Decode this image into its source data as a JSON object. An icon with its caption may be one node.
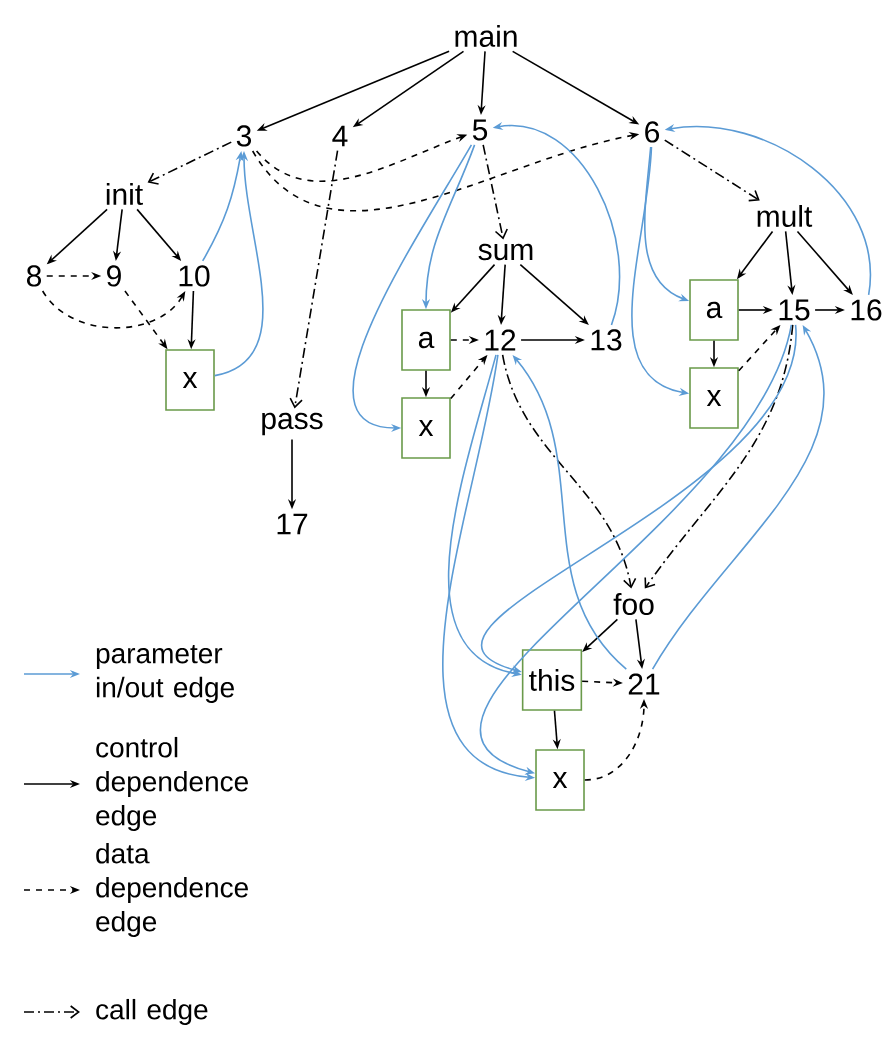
{
  "diagram": {
    "nodes": [
      {
        "text": [
          "main"
        ]
      },
      {
        "text": [
          "3"
        ]
      },
      {
        "text": [
          "4"
        ]
      },
      {
        "text": [
          "5"
        ]
      },
      {
        "text": [
          "6"
        ]
      },
      {
        "text": [
          "init"
        ]
      },
      {
        "text": [
          "8"
        ]
      },
      {
        "text": [
          "9"
        ]
      },
      {
        "text": [
          "10"
        ]
      },
      {
        "text": [
          "x"
        ]
      },
      {
        "text": [
          "sum"
        ]
      },
      {
        "text": [
          "a"
        ]
      },
      {
        "text": [
          "12"
        ]
      },
      {
        "text": [
          "13"
        ]
      },
      {
        "text": [
          "x"
        ]
      },
      {
        "text": [
          "mult"
        ]
      },
      {
        "text": [
          "a"
        ]
      },
      {
        "text": [
          "15"
        ]
      },
      {
        "text": [
          "16"
        ]
      },
      {
        "text": [
          "x"
        ]
      },
      {
        "text": [
          "pass"
        ]
      },
      {
        "text": [
          "17"
        ]
      },
      {
        "text": [
          "foo"
        ]
      },
      {
        "text": [
          "this"
        ]
      },
      {
        "text": [
          "21"
        ]
      },
      {
        "text": [
          "x"
        ]
      }
    ],
    "edges": [
      {
        "from": 0,
        "to": 1,
        "arrow": "to"
      },
      {
        "from": 0,
        "to": 2,
        "arrow": "to"
      },
      {
        "from": 0,
        "to": 3,
        "arrow": "to"
      },
      {
        "from": 0,
        "to": 4,
        "arrow": "to"
      },
      {
        "from": 5,
        "to": 6,
        "arrow": "to"
      },
      {
        "from": 5,
        "to": 7,
        "arrow": "to"
      },
      {
        "from": 5,
        "to": 8,
        "arrow": "to"
      },
      {
        "from": 8,
        "to": 9,
        "arrow": "to"
      },
      {
        "from": 10,
        "to": 11,
        "arrow": "to"
      },
      {
        "from": 10,
        "to": 12,
        "arrow": "to"
      },
      {
        "from": 10,
        "to": 13,
        "arrow": "to"
      },
      {
        "from": 11,
        "to": 14,
        "arrow": "to"
      },
      {
        "from": 12,
        "to": 13,
        "arrow": "to"
      },
      {
        "from": 15,
        "to": 16,
        "arrow": "to"
      },
      {
        "from": 15,
        "to": 17,
        "arrow": "to"
      },
      {
        "from": 15,
        "to": 18,
        "arrow": "to"
      },
      {
        "from": 16,
        "to": 19,
        "arrow": "to"
      },
      {
        "from": 16,
        "to": 17,
        "arrow": "to"
      },
      {
        "from": 17,
        "to": 18,
        "arrow": "to"
      },
      {
        "from": 20,
        "to": 21,
        "arrow": "to"
      },
      {
        "from": 22,
        "to": 23,
        "arrow": "to"
      },
      {
        "from": 22,
        "to": 24,
        "arrow": "to"
      },
      {
        "from": 23,
        "to": 25,
        "arrow": "to"
      },
      {
        "from": 6,
        "to": 7,
        "arrow": "to",
        "style": "dashed"
      },
      {
        "from": 6,
        "to": 8,
        "arrow": "to",
        "style": "dashed"
      },
      {
        "from": 7,
        "to": 9,
        "arrow": "to",
        "style": "dashed"
      },
      {
        "from": 11,
        "to": 12,
        "arrow": "to",
        "style": "dashed"
      },
      {
        "from": 1,
        "to": 3,
        "arrow": "to",
        "style": "dashed"
      },
      {
        "from": 1,
        "to": 4,
        "arrow": "to",
        "style": "dashed"
      },
      {
        "from": 14,
        "to": 12,
        "arrow": "to",
        "style": "dashed"
      },
      {
        "from": 19,
        "to": 17,
        "arrow": "to",
        "style": "dashed"
      },
      {
        "from": 23,
        "to": 24,
        "arrow": "to",
        "style": "dashed"
      },
      {
        "from": 25,
        "to": 24,
        "arrow": "to",
        "style": "dashed"
      },
      {
        "from": 1,
        "to": 5,
        "arrow": "to",
        "style": "dashed"
      },
      {
        "from": 2,
        "to": 20,
        "arrow": "to",
        "style": "dashed"
      },
      {
        "from": 3,
        "to": 10,
        "arrow": "to",
        "style": "dashed"
      },
      {
        "from": 4,
        "to": 15,
        "arrow": "to",
        "style": "dashed"
      },
      {
        "from": 12,
        "to": 22,
        "arrow": "to",
        "style": "dashed"
      },
      {
        "from": 17,
        "to": 22,
        "arrow": "to",
        "style": "dashed"
      },
      {
        "from": 8,
        "to": 1,
        "arrow": "to",
        "color": "#5b9bd5"
      },
      {
        "from": 9,
        "to": 1,
        "arrow": "to",
        "color": "#5b9bd5"
      },
      {
        "from": 13,
        "to": 3,
        "arrow": "to",
        "color": "#5b9bd5"
      },
      {
        "from": 18,
        "to": 4,
        "arrow": "to",
        "color": "#5b9bd5"
      },
      {
        "from": 3,
        "to": 11,
        "arrow": "to",
        "color": "#5b9bd5"
      },
      {
        "from": 3,
        "to": 14,
        "arrow": "to",
        "color": "#5b9bd5"
      },
      {
        "from": 4,
        "to": 16,
        "arrow": "to",
        "color": "#5b9bd5"
      },
      {
        "from": 4,
        "to": 19,
        "arrow": "to",
        "color": "#5b9bd5"
      },
      {
        "from": 12,
        "to": 23,
        "arrow": "to",
        "color": "#5b9bd5"
      },
      {
        "from": 12,
        "to": 25,
        "arrow": "to",
        "color": "#5b9bd5"
      },
      {
        "from": 17,
        "to": 23,
        "arrow": "to",
        "color": "#5b9bd5"
      },
      {
        "from": 17,
        "to": 25,
        "arrow": "to",
        "color": "#5b9bd5"
      },
      {
        "from": 24,
        "to": 12,
        "arrow": "to",
        "color": "#5b9bd5"
      },
      {
        "from": 24,
        "to": 17,
        "arrow": "to",
        "color": "#5b9bd5"
      }
    ],
    "legend": [
      {
        "text": "parameter in/out edge"
      },
      {
        "text": "control dependence edge"
      },
      {
        "text": "data dependence edge"
      },
      {
        "text": "call edge"
      }
    ]
  }
}
